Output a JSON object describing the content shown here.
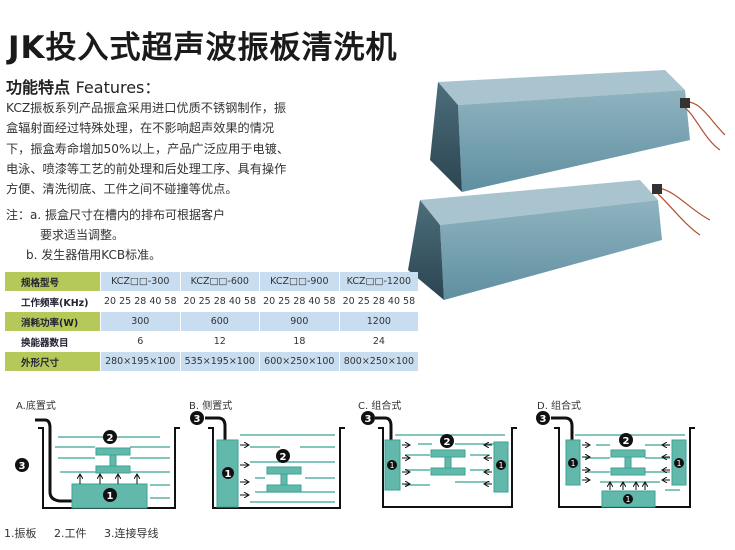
{
  "title": "JK投入式超声波振板清洗机",
  "features": {
    "heading_cn": "功能特点",
    "heading_en": "Features：",
    "body": "KCZ振板系列产品振盒采用进口优质不锈钢制作，振盒辐射面经过特殊处理，在不影响超声效果的情况下，振盒寿命增加50%以上，产品广泛应用于电镀、电泳、喷漆等工艺的前处理和后处理工序、具有操作方便、清洗彻底、工件之间不碰撞等优点。",
    "note_a1": "注：a. 振盒尺寸在槽内的排布可根据客户",
    "note_a2": "要求适当调整。",
    "note_b": "b. 发生器借用KCB标准。"
  },
  "spec_table": {
    "rows": [
      {
        "label": "规格型号",
        "values": [
          "KCZ□□-300",
          "KCZ□□-600",
          "KCZ□□-900",
          "KCZ□□-1200"
        ]
      },
      {
        "label": "工作频率(KHz)",
        "values": [
          "20 25 28 40 58",
          "20 25 28 40 58",
          "20 25 28 40 58",
          "20 25 28 40 58"
        ]
      },
      {
        "label": "消耗功率(W)",
        "values": [
          "300",
          "600",
          "900",
          "1200"
        ]
      },
      {
        "label": "换能器数目",
        "values": [
          "6",
          "12",
          "18",
          "24"
        ]
      },
      {
        "label": "外形尺寸",
        "values": [
          "280×195×100",
          "535×195×100",
          "600×250×100",
          "800×250×100"
        ]
      }
    ]
  },
  "diagrams": {
    "a": "A.底置式",
    "b": "B. 侧置式",
    "c": "C. 组合式",
    "d": "D. 组合式",
    "n1": "1",
    "n2": "2",
    "n3": "3"
  },
  "legend": [
    "1.振板",
    "2.工件",
    "3.连接导线"
  ],
  "colors": {
    "teal": "#3aa394",
    "teal_fill": "#62b9ab",
    "header_green": "#b4c95a",
    "row_blue": "#c8def0"
  }
}
